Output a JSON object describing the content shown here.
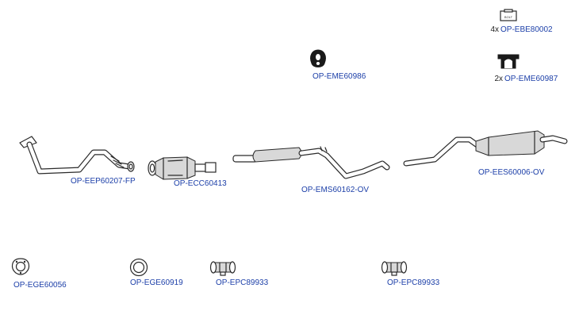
{
  "parts": {
    "bolt": {
      "qty": "4x",
      "code": "OP-EBE80002",
      "icon": "bolt-package-icon",
      "icon_text": "BOLT"
    },
    "hanger_front": {
      "code": "OP-EME60986",
      "icon": "rubber-hanger-icon"
    },
    "hanger_rear": {
      "qty": "2x",
      "code": "OP-EME60987",
      "icon": "hanger-bracket-icon"
    },
    "front_pipe": {
      "code": "OP-EEP60207-FP",
      "icon": "front-pipe-icon"
    },
    "catalyst": {
      "code": "OP-ECC60413",
      "icon": "catalytic-converter-icon"
    },
    "middle_silencer": {
      "code": "OP-EMS60162-OV",
      "icon": "middle-silencer-icon"
    },
    "rear_silencer": {
      "code": "OP-EES60006-OV",
      "icon": "rear-silencer-icon"
    },
    "gasket_triangle": {
      "code": "OP-EGE60056",
      "icon": "triangular-gasket-icon"
    },
    "gasket_ring": {
      "code": "OP-EGE60919",
      "icon": "ring-gasket-icon"
    },
    "clamp_1": {
      "code": "OP-EPC89933",
      "icon": "pipe-clamp-icon"
    },
    "clamp_2": {
      "code": "OP-EPC89933",
      "icon": "pipe-clamp-icon"
    }
  }
}
